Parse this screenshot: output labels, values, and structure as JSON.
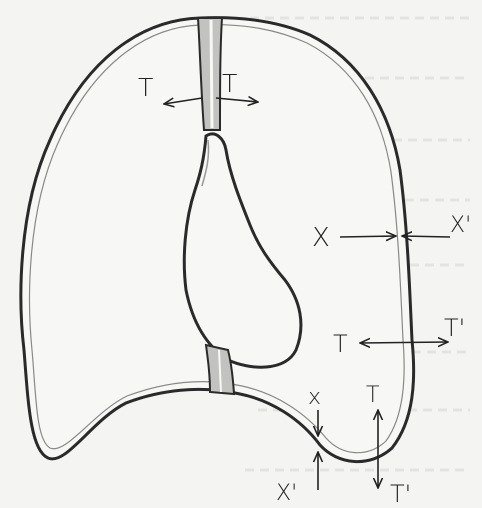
{
  "background_text_faint": true,
  "labels": {
    "top_left": "T",
    "top_right": "T",
    "x_left": "X",
    "x_right": "X'",
    "t_mid_left": "T",
    "t_mid_right": "T'",
    "bottom_x": "x",
    "bottom_x_prime": "X'",
    "bottom_t": "T",
    "bottom_t_prime": "T'"
  },
  "colors": {
    "outline": "#2a2a2a",
    "fill": "#f7f7f6",
    "shade": "#bdbdbb",
    "ink": "#222222"
  }
}
